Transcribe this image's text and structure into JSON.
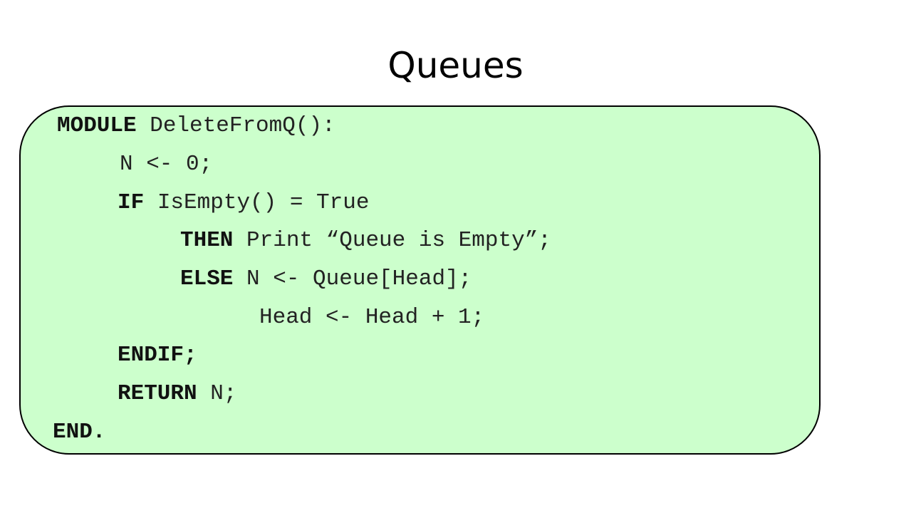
{
  "slide": {
    "title": "Queues"
  },
  "code": {
    "lines": [
      {
        "keyword": "MODULE",
        "rest": " DeleteFromQ():"
      },
      {
        "keyword": "",
        "rest": "N <- 0;"
      },
      {
        "keyword": "IF",
        "rest": " IsEmpty() = True"
      },
      {
        "keyword": "THEN",
        "rest": " Print “Queue is Empty”;"
      },
      {
        "keyword": "ELSE",
        "rest": " N <- Queue[Head];"
      },
      {
        "keyword": "",
        "rest": "Head <- Head + 1;"
      },
      {
        "keyword": "ENDIF;",
        "rest": ""
      },
      {
        "keyword": "RETURN",
        "rest": " N;"
      },
      {
        "keyword": "END.",
        "rest": ""
      }
    ]
  },
  "colors": {
    "box_background": "#ccffcc",
    "box_border": "#000000"
  }
}
